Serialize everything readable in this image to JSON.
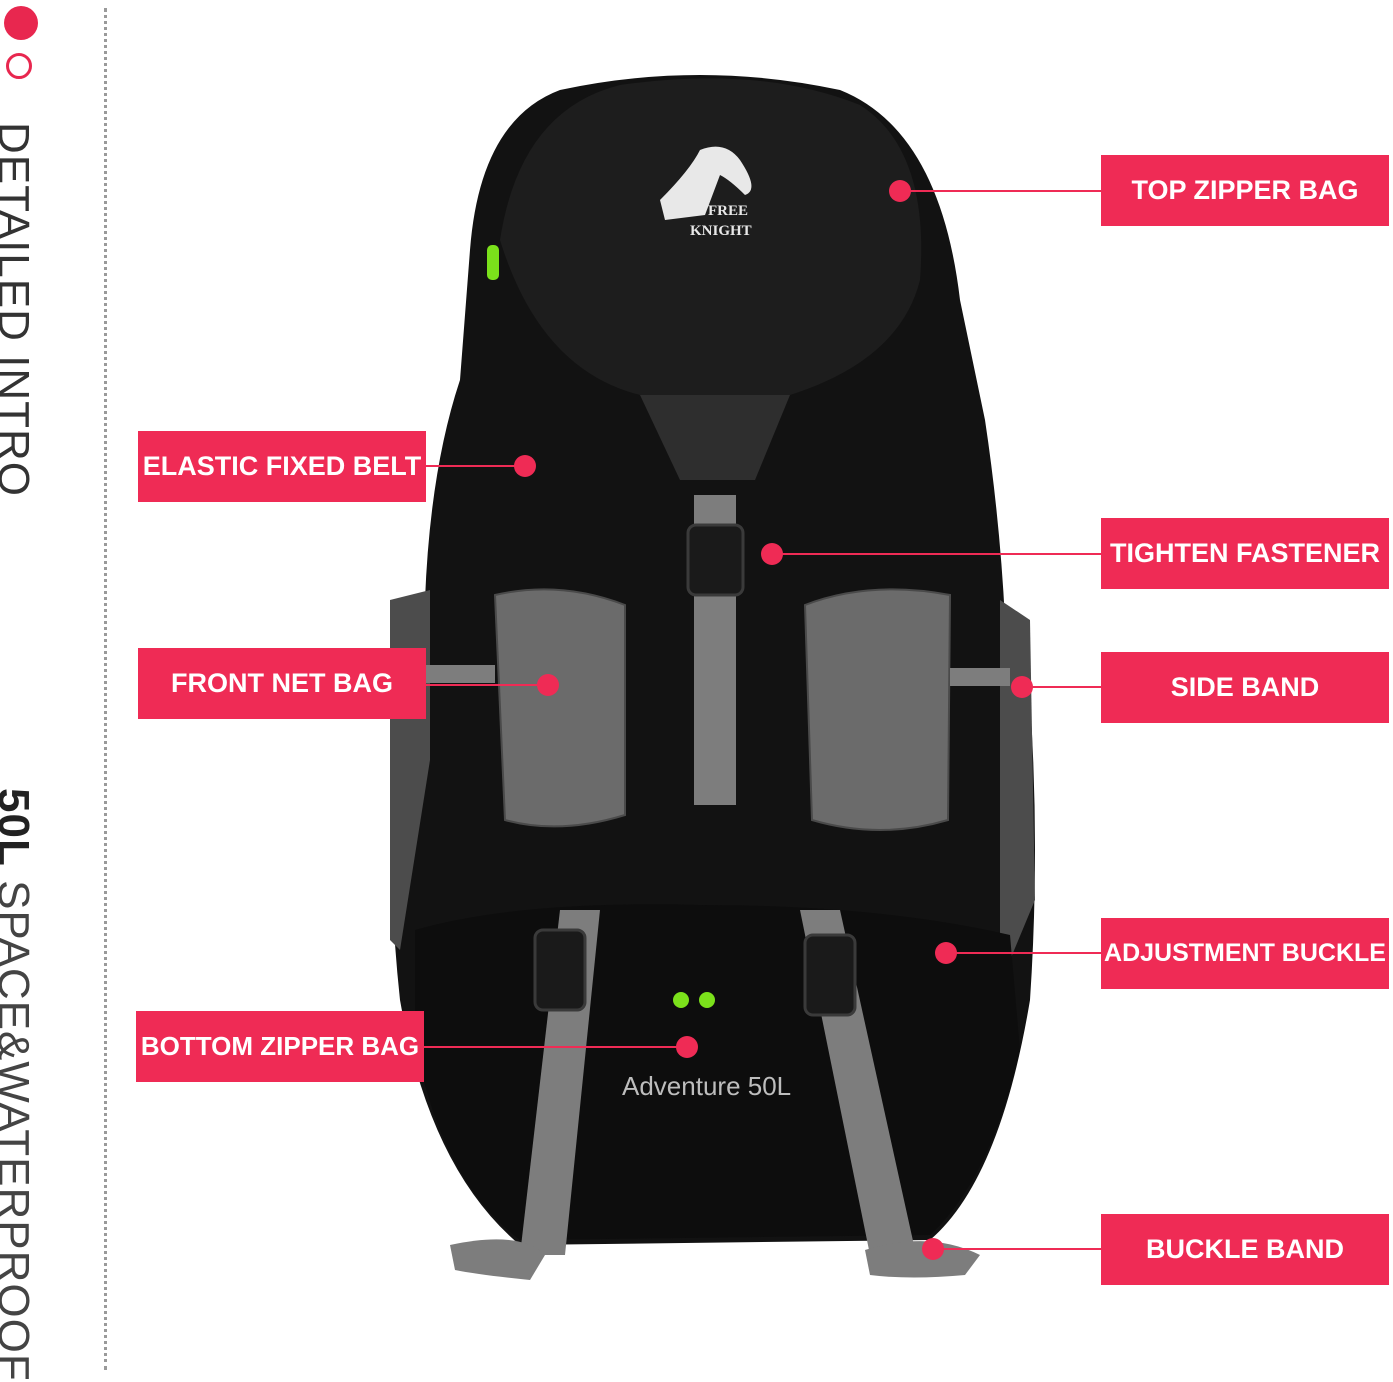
{
  "side": {
    "title": "DETAILED INTRO",
    "capacity": "50L",
    "tagline": "SPACE&WATERPROOF"
  },
  "product": {
    "brand_line1": "FREE",
    "brand_line2": "KNIGHT",
    "model": "Adventure 50L"
  },
  "labels": {
    "top_zipper_bag": "TOP ZIPPER BAG",
    "elastic_fixed_belt": "ELASTIC FIXED BELT",
    "tighten_fastener": "TIGHTEN FASTENER",
    "front_net_bag": "FRONT NET BAG",
    "side_band": "SIDE BAND",
    "adjustment_buckle": "ADJUSTMENT BUCKLE",
    "bottom_zipper_bag": "BOTTOM ZIPPER BAG",
    "buckle_band": "BUCKLE BAND"
  },
  "colors": {
    "accent": "#ef2b55",
    "bag_body": "#121212",
    "mesh": "#6b6b6b",
    "strap": "#7d7d7d",
    "zipper_pull": "#7be11b"
  }
}
